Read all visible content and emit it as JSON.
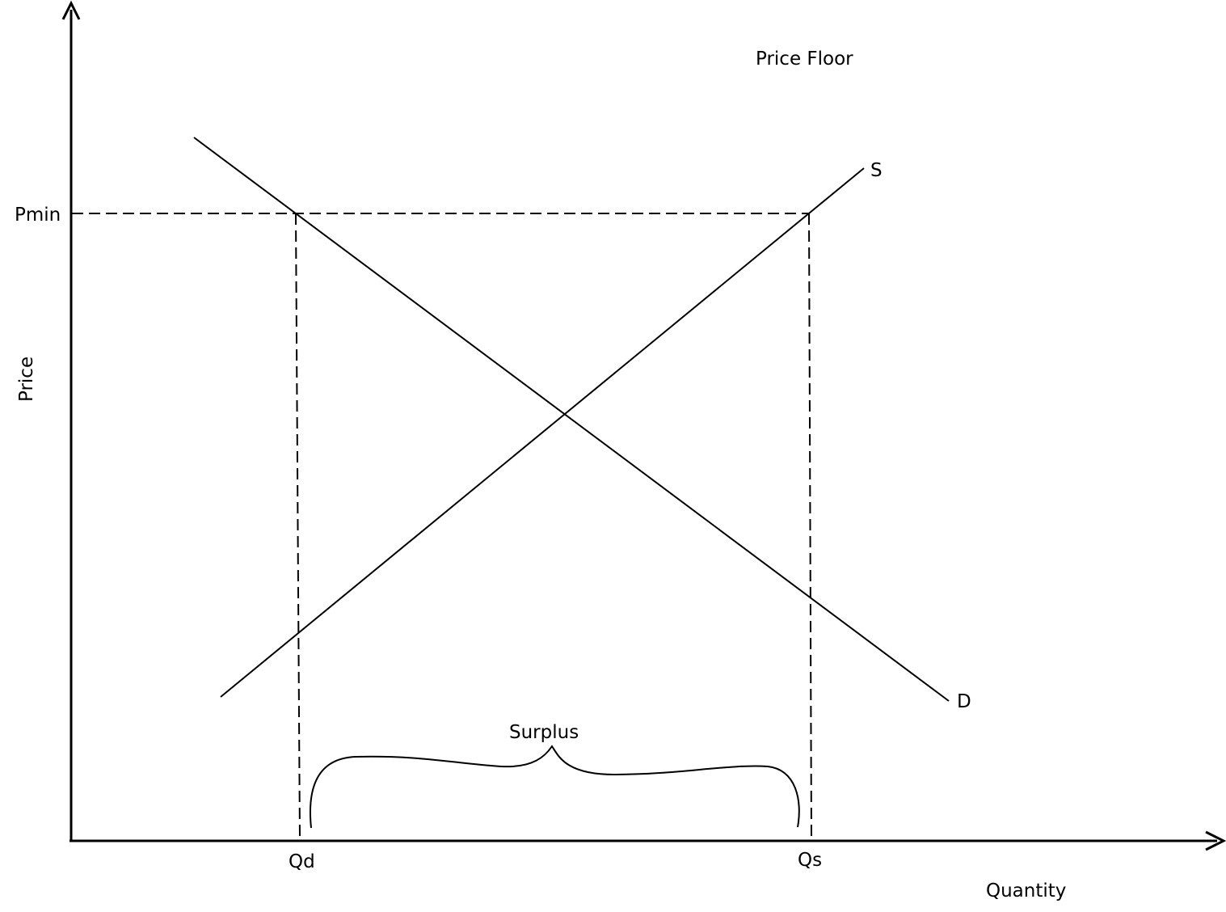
{
  "diagram": {
    "title": "Price Floor",
    "y_axis_label": "Price",
    "x_axis_label": "Quantity",
    "price_floor_label": "Pmin",
    "quantity_demanded_label": "Qd",
    "quantity_supplied_label": "Qs",
    "supply_label": "S",
    "demand_label": "D",
    "surplus_label": "Surplus"
  },
  "colors": {
    "ink": "#000000",
    "background": "#ffffff"
  }
}
